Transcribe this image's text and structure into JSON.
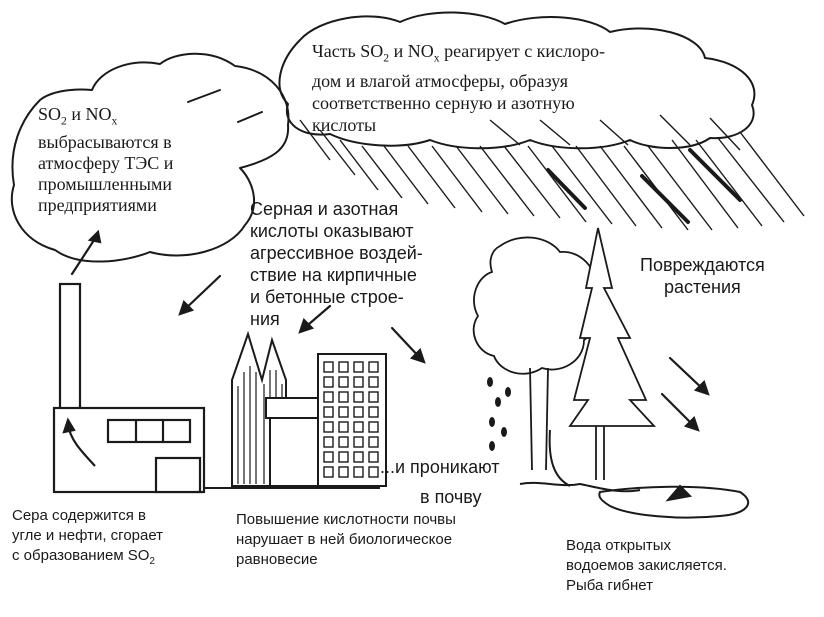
{
  "labels": {
    "emission": {
      "line1_so2": "SO",
      "line1_sub2": "2",
      "line1_and": " и NO",
      "line1_subx": "x",
      "line2": "выбрасываются в",
      "line3": "атмосферу ТЭС и",
      "line4": "промышленными",
      "line5": "предприятиями"
    },
    "reaction": {
      "line1_a": "Часть SO",
      "line1_sub2": "2",
      "line1_b": " и NO",
      "line1_subx": "x",
      "line1_c": " реагирует с кислоро-",
      "line2": "дом и влагой атмосферы, образуя",
      "line3": "соответственно серную и азотную",
      "line4": "кислоты"
    },
    "buildings": {
      "line1": "Серная и азотная",
      "line2": "кислоты оказывают",
      "line3": "агрессивное воздей-",
      "line4": "ствие на кирпичные",
      "line5": "и бетонные строе-",
      "line6": "ния"
    },
    "plants": {
      "line1": "Повреждаются",
      "line2": "растения"
    },
    "soil": {
      "line1": "...и проникают",
      "line2": "в почву"
    }
  },
  "captions": {
    "coal": {
      "line1": "Сера содержится в",
      "line2": "угле и нефти, сгорает",
      "line3_a": "с образованием SO",
      "line3_sub": "2"
    },
    "acidity": {
      "line1": "Повышение кислотности почвы",
      "line2": "нарушает в ней биологическое",
      "line3": "равновесие"
    },
    "water": {
      "line1": "Вода открытых",
      "line2": "водоемов закисляется.",
      "line3": "Рыба гибнет"
    }
  },
  "colors": {
    "ink": "#1a1a1a",
    "paper": "#ffffff"
  }
}
